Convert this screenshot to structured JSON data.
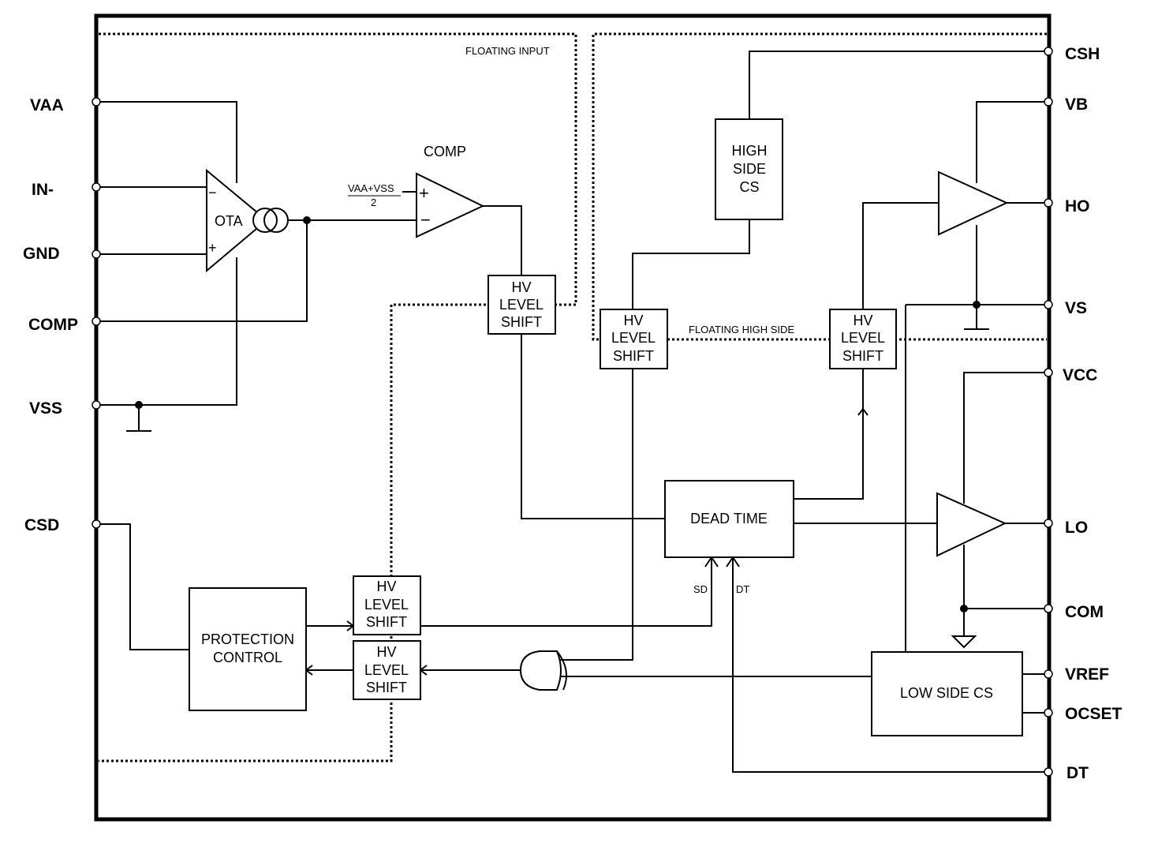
{
  "pins": {
    "left": {
      "vaa": "VAA",
      "in_minus": "IN-",
      "gnd": "GND",
      "comp": "COMP",
      "vss": "VSS",
      "csd": "CSD"
    },
    "right": {
      "csh": "CSH",
      "vb": "VB",
      "ho": "HO",
      "vs": "VS",
      "vcc": "VCC",
      "lo": "LO",
      "com": "COM",
      "vref": "VREF",
      "ocset": "OCSET",
      "dt": "DT"
    }
  },
  "regions": {
    "floating_input": "FLOATING INPUT",
    "floating_high_side": "FLOATING HIGH SIDE"
  },
  "blocks": {
    "ota": "OTA",
    "comp_title": "COMP",
    "comp_ref_numerator": "VAA+VSS",
    "comp_ref_denominator": "2",
    "high_side_cs": [
      "HIGH",
      "SIDE",
      "CS"
    ],
    "hv_level_shift": [
      "HV",
      "LEVEL",
      "SHIFT"
    ],
    "dead_time": "DEAD TIME",
    "protection_control": [
      "PROTECTION",
      "CONTROL"
    ],
    "low_side_cs": "LOW SIDE CS",
    "sd_label": "SD",
    "dt_label": "DT",
    "plus": "+",
    "minus": "−"
  }
}
